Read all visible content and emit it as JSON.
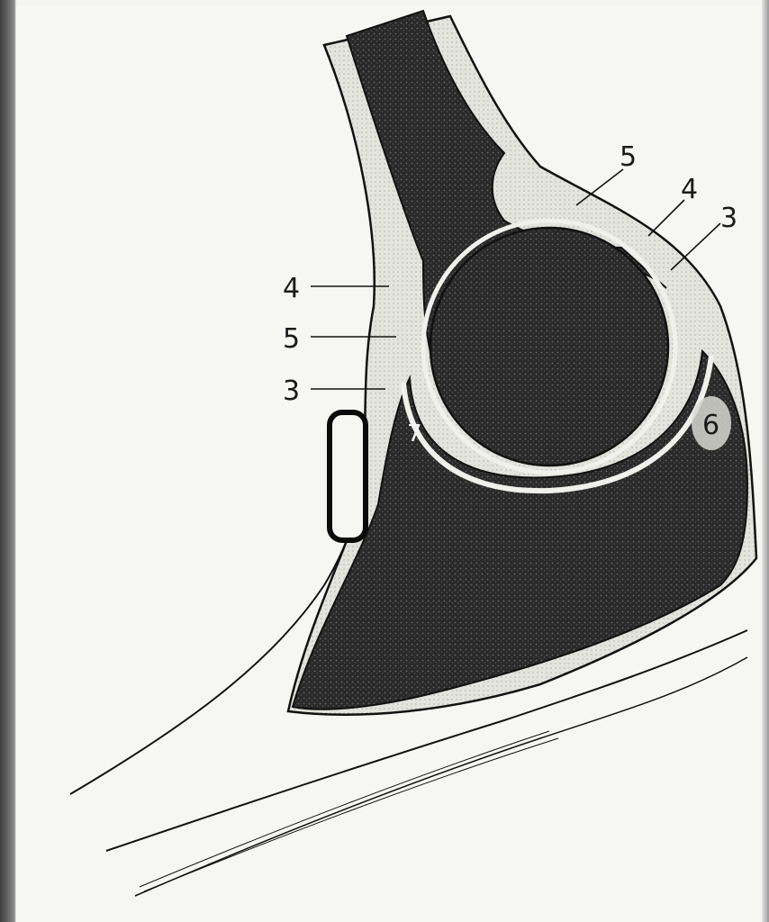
{
  "labels": {
    "right_5": "5",
    "right_4": "4",
    "right_3": "3",
    "left_4": "4",
    "left_5": "5",
    "left_3": "3",
    "num_6": "6",
    "num_7": "7"
  },
  "colors": {
    "bone_fill": "#2b2b2b",
    "soft_tissue": "#dcdcd6",
    "background": "#f6f6f3",
    "outline": "#111111"
  }
}
